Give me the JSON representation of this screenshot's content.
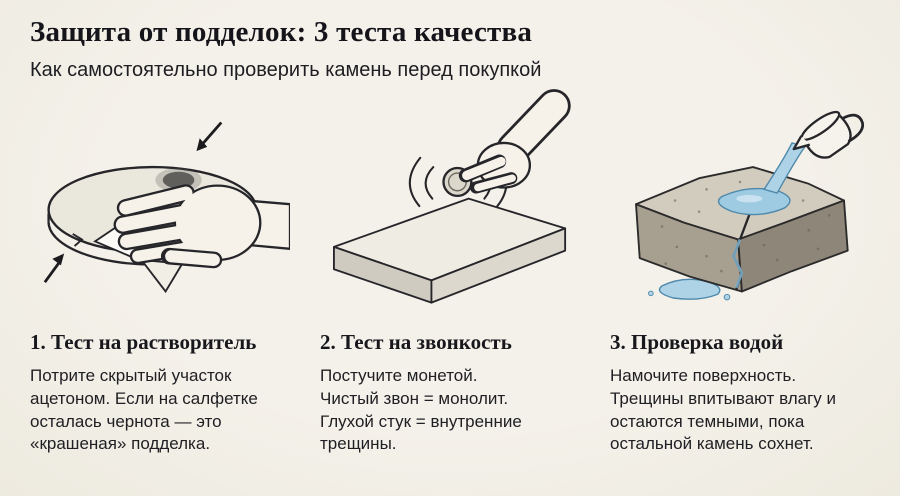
{
  "header": {
    "title": "Защита от подделок: 3 теста качества",
    "subtitle": "Как самостоятельно проверить камень перед покупкой"
  },
  "columns": [
    {
      "heading": "1. Тест на растворитель",
      "body": "Потрите скрытый участок ацетоном. Если на салфетке осталась чернота — это «крашеная» подделка.",
      "illustration": "hand-wiping-stone-disc-with-napkin"
    },
    {
      "heading": "2. Тест на звонкость",
      "body": "Постучите монетой.\nЧистый звон = монолит.\nГлухой стук = внутренние трещины.",
      "illustration": "hand-tapping-coin-on-slab"
    },
    {
      "heading": "3. Проверка водой",
      "body": "Намочите поверхность. Трещины впитывают влагу и остаются темными, пока остальной камень сохнет.",
      "illustration": "pitcher-pouring-water-on-cracked-stone"
    }
  ],
  "colors": {
    "background": "#f2efe8",
    "text": "#1c1c1f",
    "line_art": "#26262a",
    "stone_light": "#eae7dc",
    "stone_dark": "#a79f90",
    "water": "#a5cde2"
  }
}
